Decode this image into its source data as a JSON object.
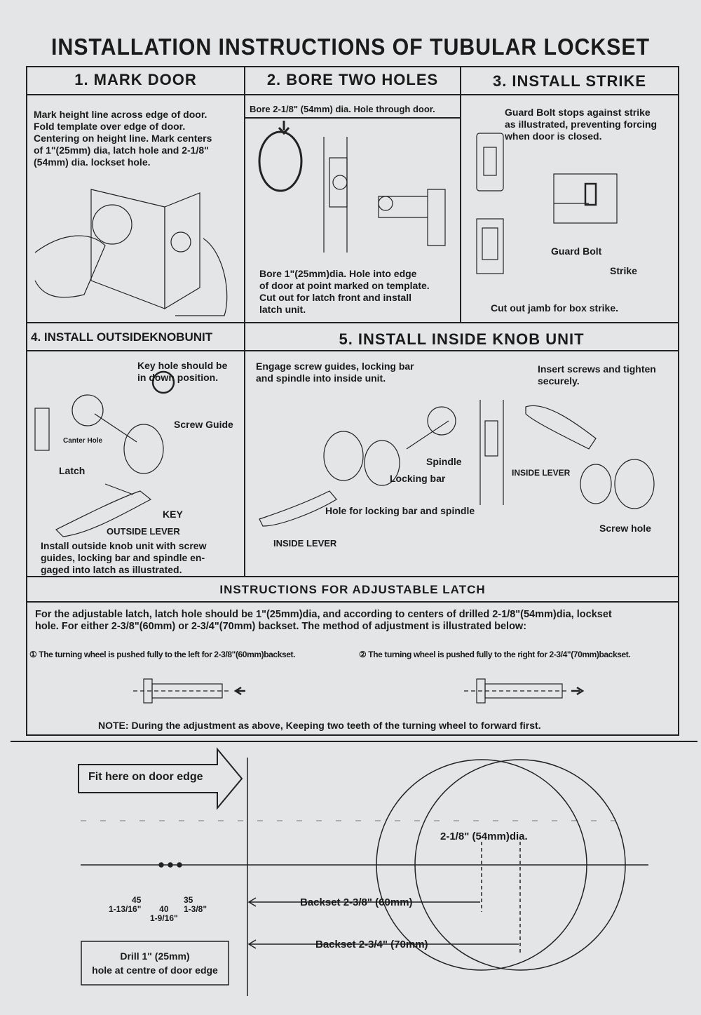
{
  "title": "INSTALLATION INSTRUCTIONS OF TUBULAR LOCKSET",
  "steps": [
    {
      "heading": "1. MARK DOOR",
      "text": "Mark height line across edge of door.\nFold template over edge of door.\nCentering on height line. Mark centers\nof 1\"(25mm) dia, latch hole and 2-1/8\"\n(54mm) dia. lockset hole."
    },
    {
      "heading": "2. BORE TWO HOLES",
      "text": "Bore 2-1/8\" (54mm) dia. Hole through door.",
      "text2": "Bore 1\"(25mm)dia. Hole into edge\nof door at point marked on template.\nCut out for latch front and install\nlatch unit."
    },
    {
      "heading": "3. INSTALL STRIKE",
      "text": "Guard Bolt stops against strike\nas illustrated, preventing forcing\nwhen door is closed.",
      "labels": [
        "Guard Bolt",
        "Strike"
      ],
      "text2": "Cut out jamb for box strike."
    },
    {
      "heading": "4. INSTALL  OUTSIDEKNOBUNIT",
      "labels": [
        "Key hole should be\nin down position.",
        "Screw Guide",
        "Canter Hole",
        "Latch",
        "KEY",
        "OUTSIDE LEVER"
      ],
      "text": "Install outside knob unit with screw\nguides, locking bar and spindle en-\ngaged into latch as illustrated."
    },
    {
      "heading": "5. INSTALL  INSIDE KNOB UNIT",
      "text": "Engage screw guides, locking bar\nand spindle into inside unit.",
      "text2": "Insert screws and tighten\nsecurely.",
      "labels": [
        "Spindle",
        "Locking bar",
        "Hole for locking bar and spindle",
        "INSIDE LEVER",
        "INSIDE LEVER",
        "Screw hole"
      ]
    }
  ],
  "adjustable": {
    "heading": "INSTRUCTIONS FOR ADJUSTABLE LATCH",
    "text": "For the adjustable latch, latch hole should be 1\"(25mm)dia, and according to centers of drilled 2-1/8\"(54mm)dia, lockset\nhole. For either 2-3/8\"(60mm) or 2-3/4\"(70mm) backset. The method of adjustment is illustrated below:",
    "option1": "① The turning wheel is pushed fully to the left for 2-3/8\"(60mm)backset.",
    "option2": "② The turning wheel is pushed fully to the right for 2-3/4\"(70mm)backset.",
    "note": "NOTE: During the adjustment as above, Keeping two teeth of the turning wheel to forward first."
  },
  "template": {
    "fit": "Fit here on door edge",
    "dia": "2-1/8\" (54mm)dia.",
    "backset1": "Backset 2-3/8\" (60mm)",
    "backset2": "Backset 2-3/4\" (70mm)",
    "marks": [
      "45\n1-13/16\"",
      "40\n1-9/16\"",
      "35\n1-3/8\""
    ],
    "drill": "Drill 1\" (25mm)\nhole at centre of door edge"
  }
}
